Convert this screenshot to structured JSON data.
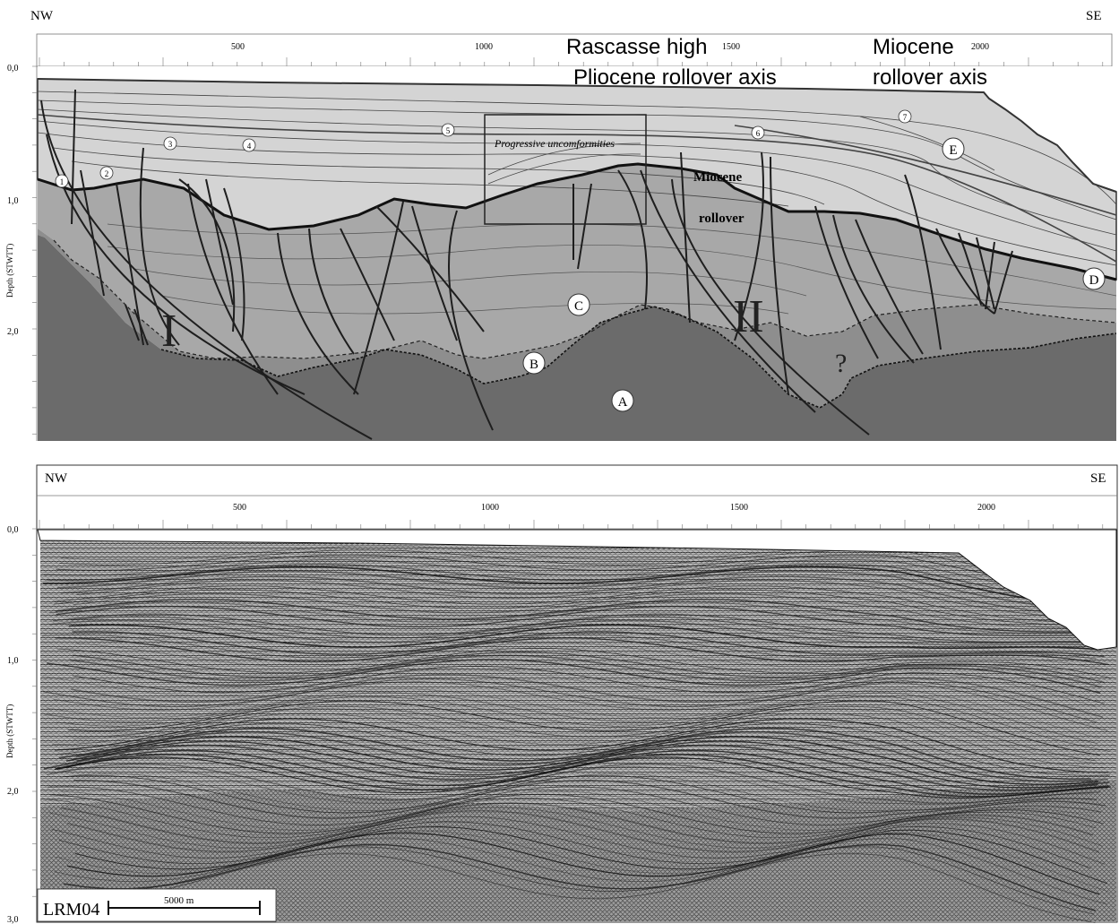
{
  "top_panel": {
    "dir_left": "NW",
    "dir_right": "SE",
    "x_ticks": [
      "500",
      "1000",
      "1500",
      "2000"
    ],
    "y_ticks": [
      "0,0",
      "1,0",
      "2,0"
    ],
    "y_axis_label": "Depth (STWTT)",
    "annotations": {
      "rascasse_high": "Rascasse high",
      "pliocene_rollover": "Pliocene rollover axis",
      "miocene_rollover_axis_1": "Miocene",
      "miocene_rollover_axis_2": "rollover axis",
      "progressive": "Progressive uncomformities",
      "miocene_rollover_1": "Miocene",
      "miocene_rollover_2": "rollover",
      "fault_block_1": "I",
      "fault_block_2": "II",
      "question": "?"
    },
    "horizon_numbers": [
      "1",
      "2",
      "3",
      "4",
      "5",
      "6",
      "7"
    ],
    "unit_labels": [
      "A",
      "B",
      "C",
      "D",
      "E"
    ]
  },
  "bottom_panel": {
    "dir_left": "NW",
    "dir_right": "SE",
    "x_ticks": [
      "500",
      "1000",
      "1500",
      "2000"
    ],
    "y_ticks": [
      "0,0",
      "1,0",
      "2,0",
      "3,0"
    ],
    "y_axis_label": "Depth (STWTT)",
    "line_name": "LRM04",
    "scale_bar": "5000 m"
  },
  "colors": {
    "basement": "#6b6b6b",
    "unit_b_c": "#8e8e8e",
    "unit_d": "#a8a8a8",
    "plio_quaternary": "#d4d4d4",
    "water": "#ffffff",
    "line": "#1e1e1e"
  }
}
